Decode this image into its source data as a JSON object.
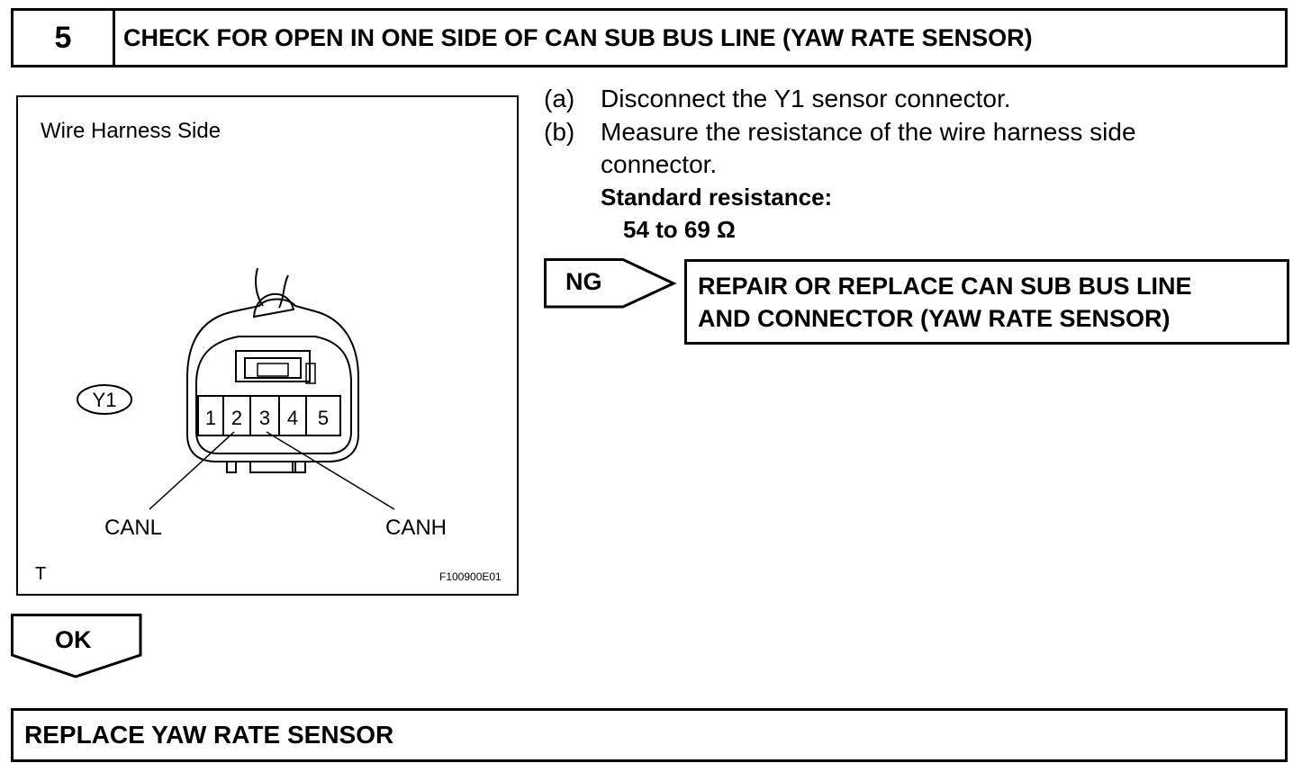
{
  "header": {
    "step_number": "5",
    "title": "CHECK FOR OPEN IN ONE SIDE OF CAN SUB BUS LINE (YAW RATE SENSOR)"
  },
  "figure": {
    "title": "Wire Harness Side",
    "connector_label": "Y1",
    "pins": [
      "1",
      "2",
      "3",
      "4",
      "5"
    ],
    "left_callout": "CANL",
    "right_callout": "CANH",
    "corner_mark": "T",
    "figure_id": "F100900E01"
  },
  "steps": [
    {
      "marker": "(a)",
      "text": "Disconnect the Y1 sensor connector."
    },
    {
      "marker": "(b)",
      "line1": "Measure the resistance of the wire harness side",
      "line2": "connector."
    }
  ],
  "standard": {
    "label": "Standard resistance:",
    "value": "54 to 69 Ω"
  },
  "ng": {
    "label": "NG",
    "result_line1": "REPAIR OR REPLACE CAN SUB BUS LINE",
    "result_line2": "AND CONNECTOR (YAW RATE SENSOR)"
  },
  "ok": {
    "label": "OK",
    "result": "REPLACE YAW RATE SENSOR"
  }
}
